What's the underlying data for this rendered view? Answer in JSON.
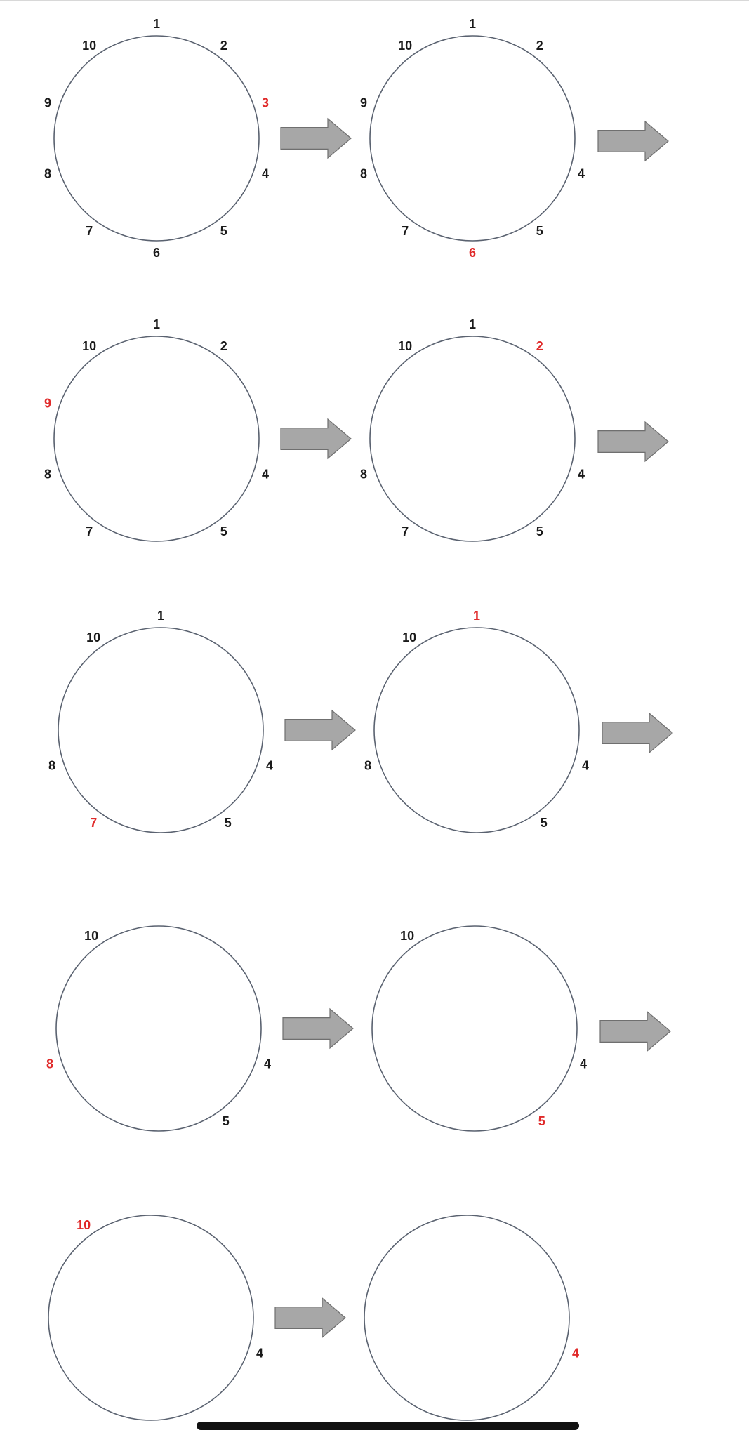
{
  "colors": {
    "label": "#1a1a1a",
    "highlight": "#e02a2a",
    "circle_stroke": "#5a6270",
    "arrow_fill": "#a7a7a7",
    "arrow_stroke": "#6f6f6f"
  },
  "steps": [
    {
      "before": {
        "positions": [
          "1",
          "2",
          "3",
          "4",
          "5",
          "6",
          "7",
          "8",
          "9",
          "10"
        ],
        "highlight": "3"
      },
      "after": {
        "positions": [
          "1",
          "2",
          "4",
          "5",
          "6",
          "7",
          "8",
          "9",
          "10"
        ],
        "highlight": "6"
      },
      "arrow_after": true
    },
    {
      "before": {
        "positions": [
          "1",
          "2",
          "4",
          "5",
          "7",
          "8",
          "9",
          "10"
        ],
        "highlight": "9"
      },
      "after": {
        "positions": [
          "1",
          "2",
          "4",
          "5",
          "7",
          "8",
          "10"
        ],
        "highlight": "2"
      },
      "arrow_after": true
    },
    {
      "before": {
        "positions": [
          "1",
          "4",
          "5",
          "7",
          "8",
          "10"
        ],
        "highlight": "7"
      },
      "after": {
        "positions": [
          "1",
          "4",
          "5",
          "8",
          "10"
        ],
        "highlight": "1"
      },
      "arrow_after": true
    },
    {
      "before": {
        "positions": [
          "4",
          "5",
          "8",
          "10"
        ],
        "highlight": "8"
      },
      "after": {
        "positions": [
          "4",
          "5",
          "10"
        ],
        "highlight": "5"
      },
      "arrow_after": true
    },
    {
      "before": {
        "positions": [
          "4",
          "10"
        ],
        "highlight": "10"
      },
      "after": {
        "positions": [
          "4"
        ],
        "highlight": "4"
      },
      "arrow_after": false
    }
  ]
}
